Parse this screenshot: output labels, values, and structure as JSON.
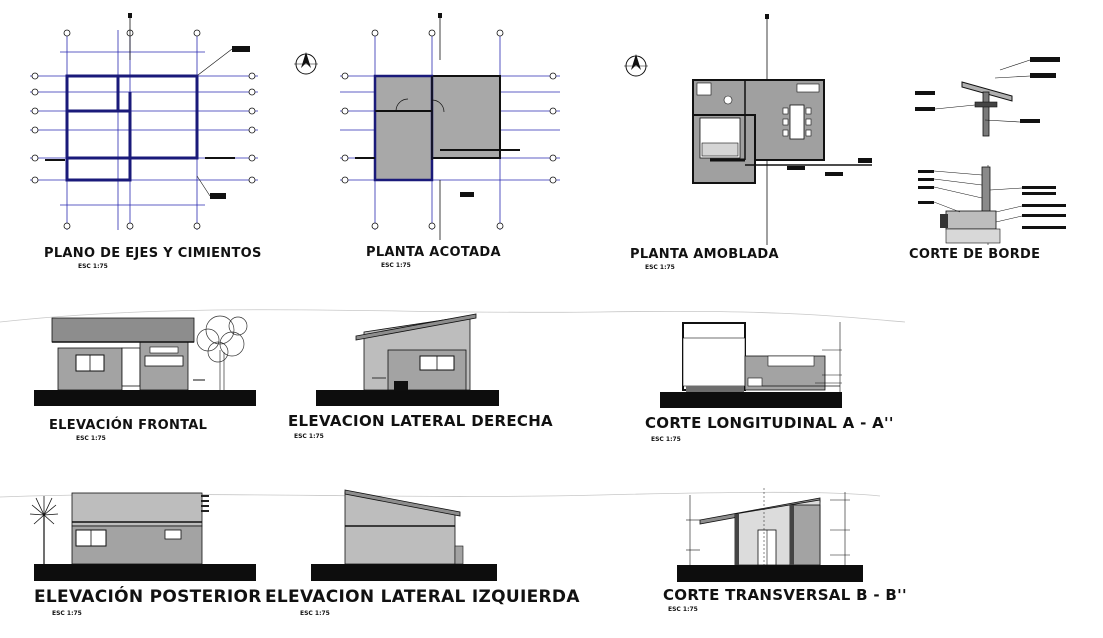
{
  "drawings": {
    "plano_ejes": {
      "title": "PLANO DE EJES Y CIMIENTOS",
      "scale": "ESC 1:75"
    },
    "planta_acotada": {
      "title": "PLANTA ACOTADA",
      "scale": "ESC 1:75"
    },
    "planta_amoblada": {
      "title": "PLANTA AMOBLADA",
      "scale": "ESC 1:75"
    },
    "corte_borde": {
      "title": "CORTE DE BORDE"
    },
    "elev_frontal": {
      "title": "ELEVACIÓN FRONTAL",
      "scale": "ESC 1:75"
    },
    "elev_lat_der": {
      "title": "ELEVACION LATERAL DERECHA",
      "scale": "ESC 1:75"
    },
    "corte_long": {
      "title": "CORTE LONGITUDINAL A - A''",
      "scale": "ESC 1:75"
    },
    "elev_posterior": {
      "title": "ELEVACIÓN POSTERIOR",
      "scale": "ESC 1:75"
    },
    "elev_lat_izq": {
      "title": "ELEVACION LATERAL IZQUIERDA",
      "scale": "ESC 1:75"
    },
    "corte_trans": {
      "title": "CORTE TRANSVERSAL  B - B''",
      "scale": "ESC 1:75"
    }
  },
  "colors": {
    "line": "#111111",
    "axis_blue": "#2a2ab0",
    "wall": "#9a9a9a",
    "wall_dark": "#6d6d6d",
    "roof": "#8c8c8c",
    "ground": "#111111"
  }
}
